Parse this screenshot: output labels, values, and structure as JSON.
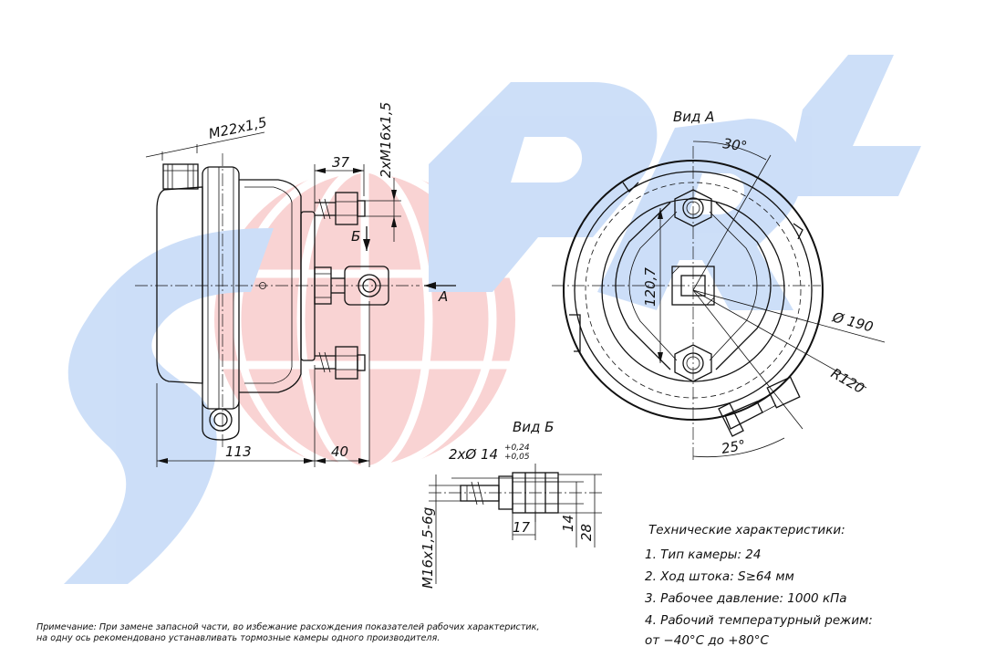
{
  "watermark": {
    "text": "SPRL",
    "colors": {
      "blue": "#1d6fe0",
      "red": "#e83a3a"
    }
  },
  "dimensions": {
    "thread_port": "M22x1,5",
    "stud_thread": "2xM16x1,5",
    "d37": "37",
    "d113": "113",
    "d40": "40",
    "arrow_a": "A",
    "arrow_b": "Б"
  },
  "view_a": {
    "title": "Вид А",
    "angle_top": "30°",
    "angle_bottom": "25°",
    "d120": "120,7",
    "diameter": "Ø 190",
    "radius": "R120"
  },
  "view_b": {
    "title": "Вид Б",
    "hole": "2xØ 14",
    "tol_upper": "+0,24",
    "tol_lower": "+0,05",
    "thread": "M16x1,5-6g",
    "d17": "17",
    "d14": "14",
    "d28": "28"
  },
  "specs": {
    "heading": "Технические характеристики:",
    "items": [
      "1. Тип камеры: 24",
      "2. Ход штока: S≥64 мм",
      "3. Рабочее давление: 1000 кПа",
      "4. Рабочий температурный режим:",
      "от −40°С до +80°С"
    ]
  },
  "note": {
    "line1": "Примечание: При замене запасной части, во избежание расхождения показателей рабочих характеристик,",
    "line2": "на одну ось рекомендовано устанавливать тормозные камеры одного производителя."
  }
}
